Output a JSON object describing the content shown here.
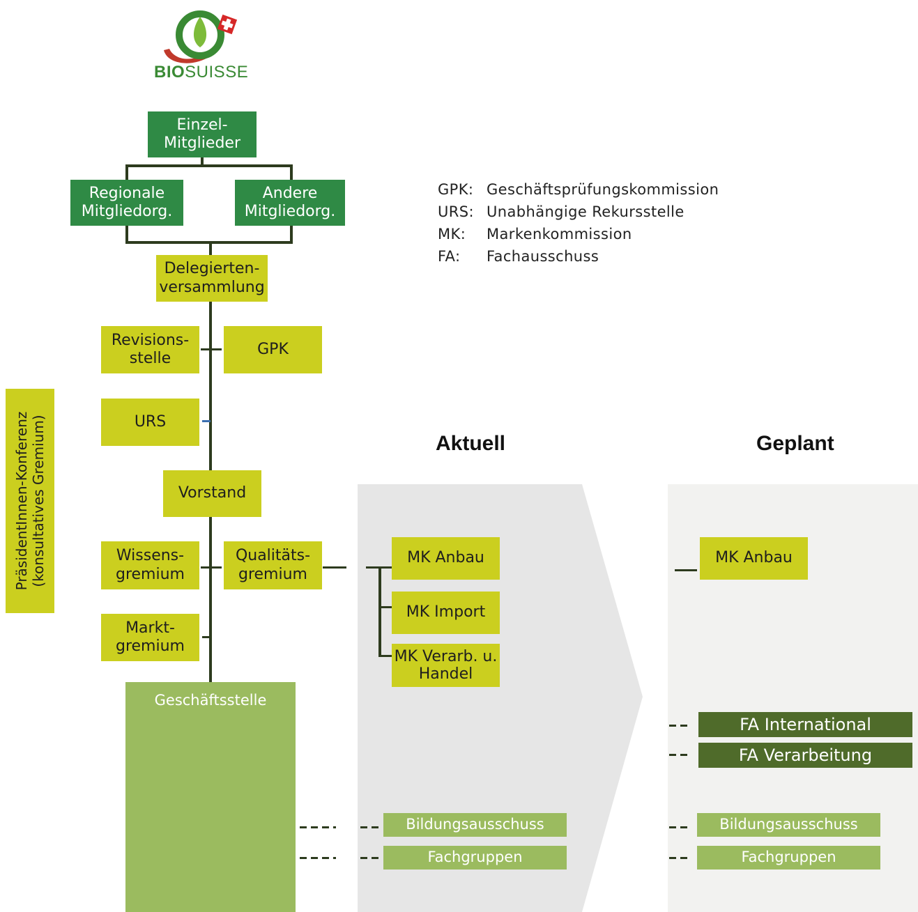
{
  "logo": {
    "text_bold": "BIO",
    "text_light": "SUISSE"
  },
  "legend": [
    {
      "abbr": "GPK:",
      "text": "Geschäftsprüfungskommission"
    },
    {
      "abbr": "URS:",
      "text": "Unabhängige Rekursstelle"
    },
    {
      "abbr": "MK:",
      "text": "Markenkommission"
    },
    {
      "abbr": "FA:",
      "text": "Fachausschuss"
    }
  ],
  "headings": {
    "current": "Aktuell",
    "planned": "Geplant"
  },
  "nodes": {
    "einzel": "Einzel-\nMitglieder",
    "regionale": "Regionale\nMitgliedorg.",
    "andere": "Andere\nMitgliedorg.",
    "delegierten": "Delegierten-\nversammlung",
    "revision": "Revisions-\nstelle",
    "gpk": "GPK",
    "urs": "URS",
    "praesidenten": "PräsidentInnen-Konferenz\n(konsultatives Gremium)",
    "vorstand": "Vorstand",
    "wissen": "Wissens-\ngremium",
    "qualitaet": "Qualitäts-\ngremium",
    "markt": "Markt-\ngremium",
    "geschaeft": "Geschäftsstelle"
  },
  "current": {
    "mk_anbau": "MK Anbau",
    "mk_import": "MK Import",
    "mk_verarb": "MK Verarb. u.\nHandel",
    "bildung": "Bildungsausschuss",
    "fachgruppen": "Fachgruppen"
  },
  "planned": {
    "mk_anbau": "MK Anbau",
    "fa_international": "FA International",
    "fa_verarbeitung": "FA Verarbeitung",
    "bildung": "Bildungsausschuss",
    "fachgruppen": "Fachgruppen"
  },
  "colors": {
    "green": "#2f8a45",
    "yellow": "#cbcf1f",
    "light_green": "#9bbb5f",
    "dark_green": "#4f6b2a",
    "panel_current": "#e6e6e6",
    "panel_planned": "#f2f2f0"
  }
}
